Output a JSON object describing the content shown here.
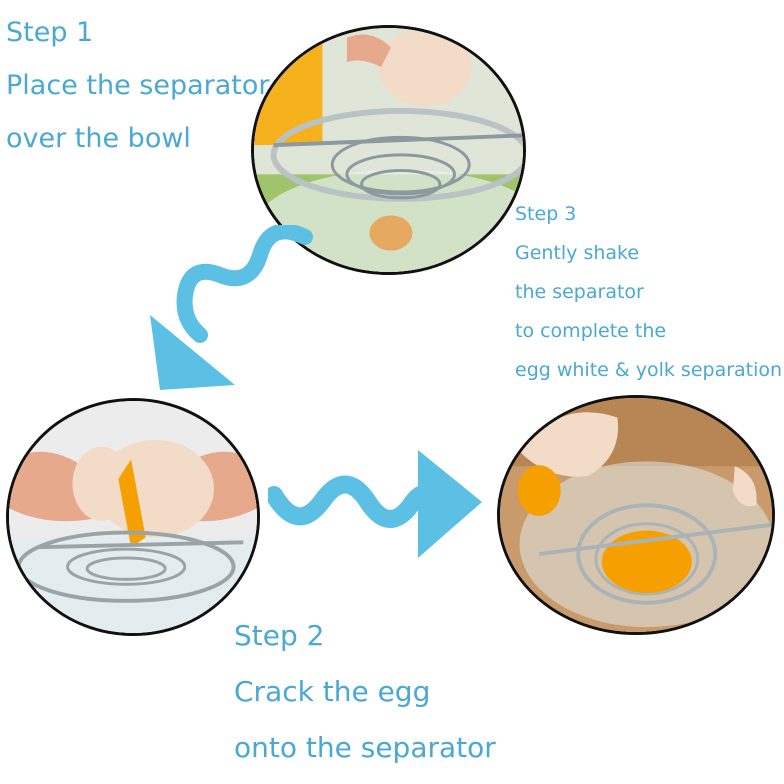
{
  "steps": {
    "step1": {
      "title": "Step 1",
      "line1": "Place the separator",
      "line2": "over the bowl"
    },
    "step2": {
      "title": "Step 2",
      "line1": "Crack the egg",
      "line2": "onto the separator"
    },
    "step3": {
      "title": "Step 3",
      "line1": "Gently shake",
      "line2": "the separator",
      "line3": "to complete the",
      "line4": "egg white & yolk separation"
    }
  },
  "colors": {
    "text": "#4aa8d4",
    "arrow": "#5bc0e4",
    "yolk": "#f5a000",
    "shell": "#f2dcc7"
  },
  "icons": {
    "arrow_down": "wavy-arrow-down-left-icon",
    "arrow_right": "wavy-arrow-right-icon"
  }
}
